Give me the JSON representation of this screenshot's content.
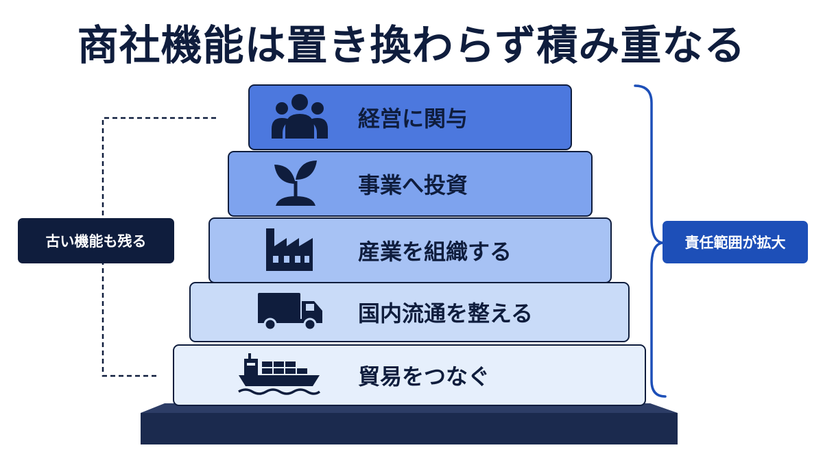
{
  "title": "商社機能は置き換わらず積み重なる",
  "tiers": [
    {
      "label": "経営に関与",
      "icon": "people-group-icon",
      "color": "#4c78de"
    },
    {
      "label": "事業へ投資",
      "icon": "sprout-icon",
      "color": "#7ea3ee"
    },
    {
      "label": "産業を組織する",
      "icon": "factory-icon",
      "color": "#a7c2f4"
    },
    {
      "label": "国内流通を整える",
      "icon": "truck-icon",
      "color": "#c9dbf8"
    },
    {
      "label": "貿易をつなぐ",
      "icon": "cargo-ship-icon",
      "color": "#e6effc"
    }
  ],
  "left_tag": {
    "label": "古い機能も残る",
    "color": "#0f1d3d"
  },
  "right_tag": {
    "label": "責任範囲が拡大",
    "color": "#1d4fb8"
  },
  "base_color": "#1b2a4e",
  "bracket_color": "#1d4fb8"
}
